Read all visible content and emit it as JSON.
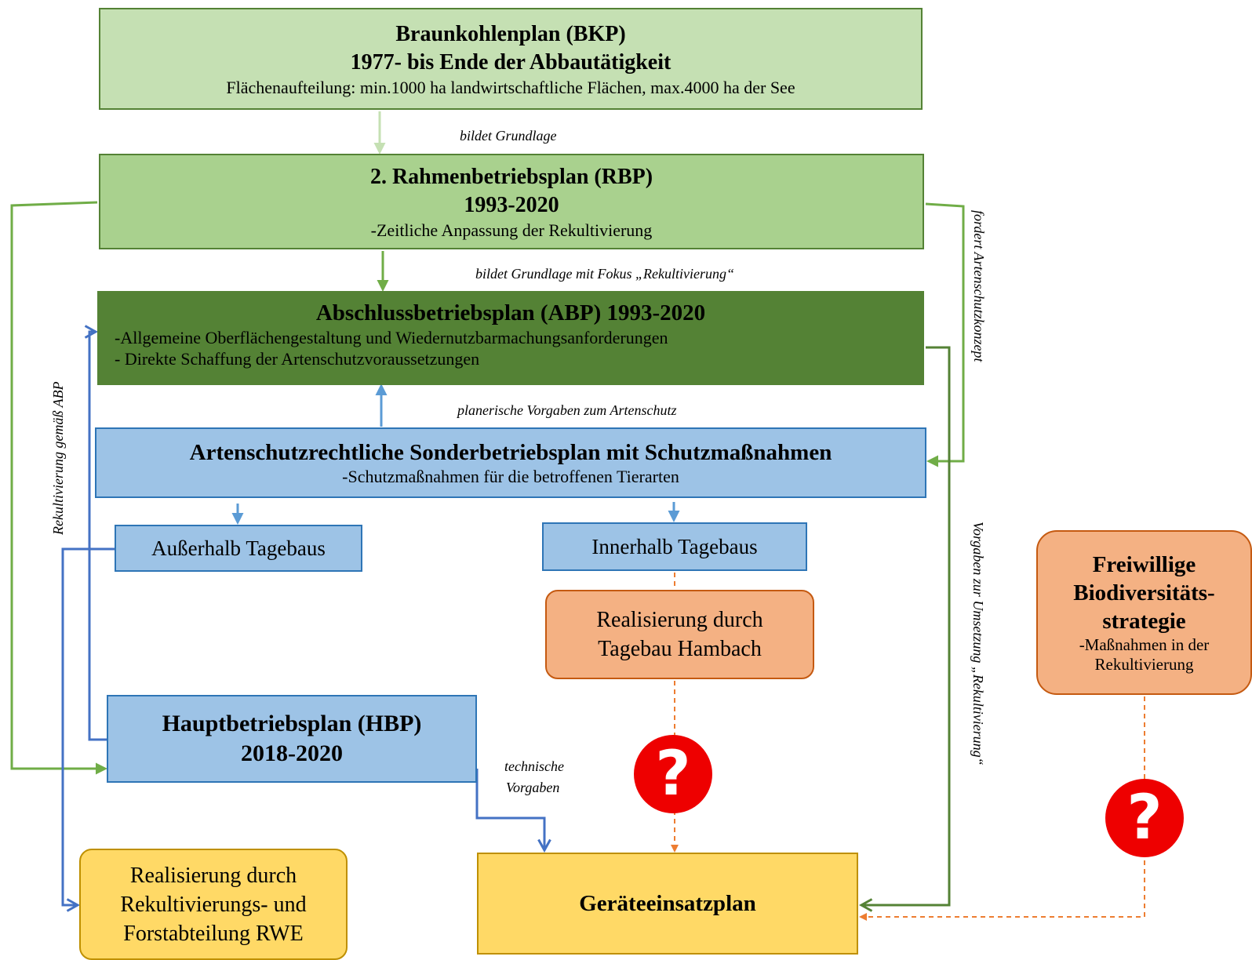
{
  "boxes": {
    "bkp": {
      "title_line1": "Braunkohlenplan (BKP)",
      "title_line2": "1977- bis Ende der Abbautätigkeit",
      "detail": "Flächenaufteilung: min.1000 ha landwirtschaftliche Flächen, max.4000 ha der See"
    },
    "rbp": {
      "title_line1": "2. Rahmenbetriebsplan (RBP)",
      "title_line2": "1993-2020",
      "detail": "-Zeitliche Anpassung der Rekultivierung"
    },
    "abp": {
      "title": "Abschlussbetriebsplan (ABP) 1993-2020",
      "detail1": "-Allgemeine Oberflächengestaltung und Wiedernutzbarmachungsanforderungen",
      "detail2": "- Direkte Schaffung der Artenschutzvoraussetzungen"
    },
    "artenschutz": {
      "title": "Artenschutzrechtliche Sonderbetriebsplan mit Schutzmaßnahmen",
      "detail": "-Schutzmaßnahmen für die betroffenen Tierarten"
    },
    "ausserhalb": {
      "label": "Außerhalb Tagebaus"
    },
    "innerhalb": {
      "label": "Innerhalb Tagebaus"
    },
    "hbp": {
      "title_line1": "Hauptbetriebsplan (HBP)",
      "title_line2": "2018-2020"
    },
    "realisierung_tagebau": {
      "line1": "Realisierung durch",
      "line2": "Tagebau Hambach"
    },
    "biodiversitaet": {
      "title_line1": "Freiwillige",
      "title_line2": "Biodiversitäts-",
      "title_line3": "strategie",
      "detail_line1": "-Maßnahmen in der",
      "detail_line2": "Rekultivierung"
    },
    "realisierung_rwe": {
      "line1": "Realisierung durch",
      "line2": "Rekultivierungs- und",
      "line3": "Forstabteilung RWE"
    },
    "geraeteeinsatzplan": {
      "title": "Geräteeinsatzplan"
    }
  },
  "edge_labels": {
    "bkp_to_rbp": "bildet Grundlage",
    "rbp_to_abp": "bildet Grundlage mit Fokus „Rekultivierung“",
    "asp_to_abp": "planerische Vorgaben zum Artenschutz",
    "hbp_to_gep_line1": "technische",
    "hbp_to_gep_line2": "Vorgaben",
    "rbp_to_asp": "fordert Artenschutzkonzept",
    "abp_to_gep": "Vorgaben zur Umsetzung „Rekultivierung“",
    "abp_to_hbp": "Rekultivierung gemäß ABP"
  },
  "markers": {
    "question_mark": "?"
  },
  "colors": {
    "light_green": "#c5e0b3",
    "mid_green": "#a9d18e",
    "dark_green": "#548235",
    "blue_fill": "#9dc3e6",
    "blue_line": "#4472c4",
    "orange_fill": "#f4b183",
    "orange_line": "#ed7d31",
    "yellow_fill": "#ffd966",
    "question_red": "#ee0000"
  }
}
